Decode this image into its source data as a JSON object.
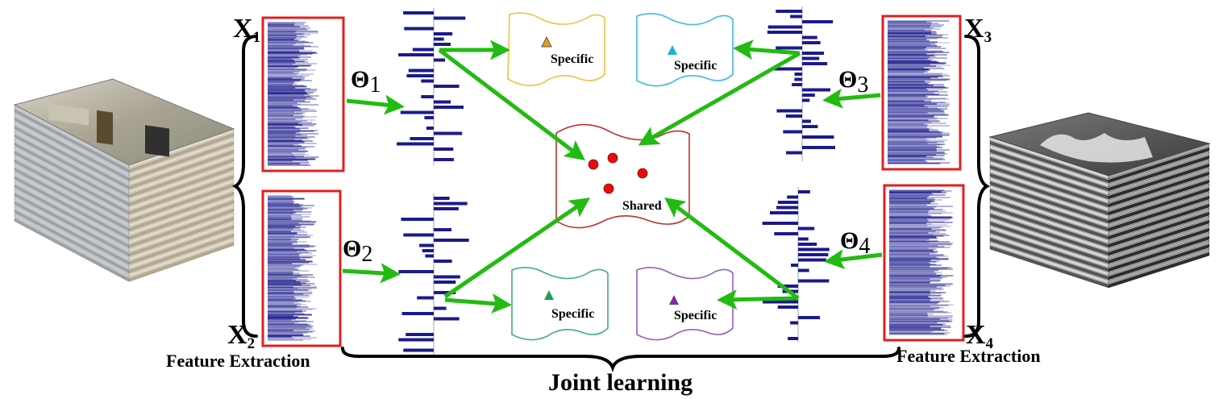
{
  "views": [
    {
      "label": "X",
      "sub": "1"
    },
    {
      "label": "X",
      "sub": "2"
    },
    {
      "label": "X",
      "sub": "3"
    },
    {
      "label": "X",
      "sub": "4"
    }
  ],
  "thetas": [
    {
      "label": "Θ",
      "sub": "1"
    },
    {
      "label": "Θ",
      "sub": "2"
    },
    {
      "label": "Θ",
      "sub": "3"
    },
    {
      "label": "Θ",
      "sub": "4"
    }
  ],
  "feature_extraction_left": "Feature Extraction",
  "feature_extraction_right": "Feature Extraction",
  "joint_learning": "Joint learning",
  "shared_label": "Shared",
  "specific_labels": [
    "Specific",
    "Specific",
    "Specific",
    "Specific"
  ],
  "colors": {
    "arrow": "#22bb11",
    "feature_box": "#e02020",
    "bars": "#1a1a8c",
    "shared_border": "#c03030",
    "dots": "#e01010",
    "specific_1": "#f0c040",
    "specific_2": "#40b8e8",
    "specific_3": "#40b070",
    "specific_4": "#9060c0",
    "triangle_1": "#e0a020",
    "triangle_2": "#20b0d8",
    "triangle_3": "#20a050",
    "triangle_4": "#7a30a0"
  }
}
